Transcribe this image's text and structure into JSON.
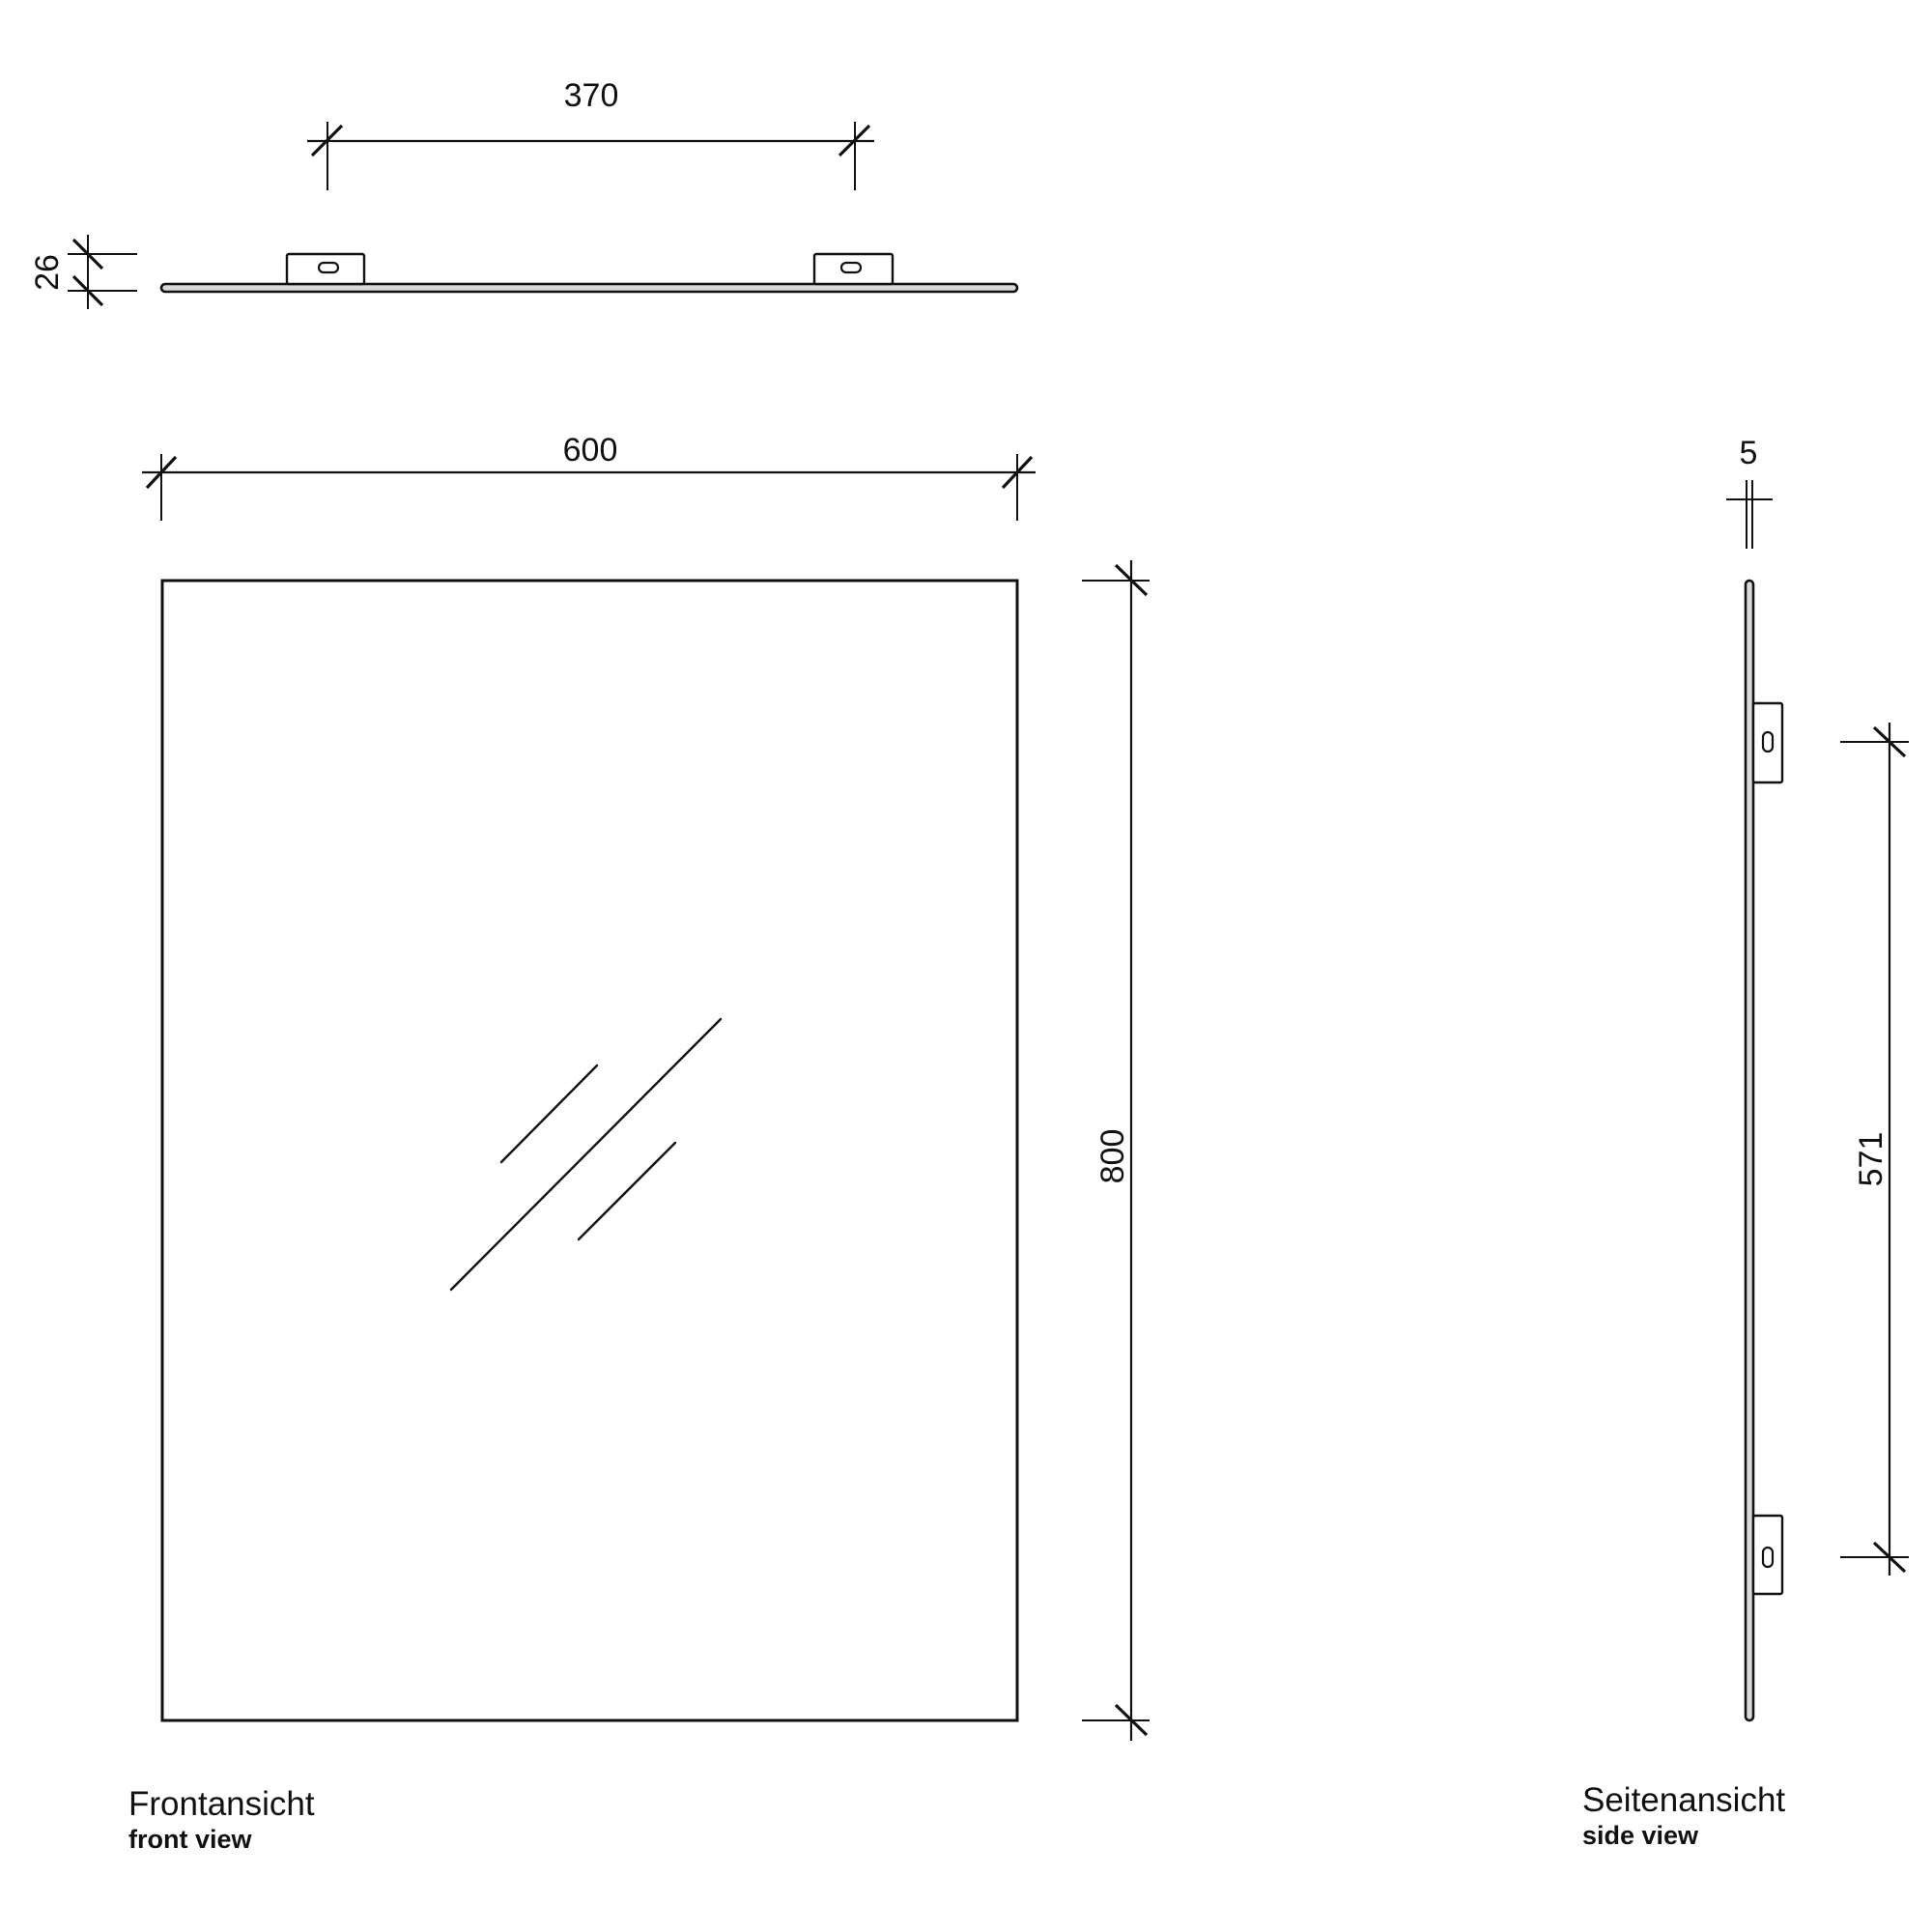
{
  "drawing": {
    "subject": "rectangular wall mirror with two mounting brackets",
    "line_color": "#111111",
    "background": "#ffffff"
  },
  "top_view": {
    "dimensions": {
      "bracket_spacing": "370",
      "depth": "26"
    }
  },
  "front_view": {
    "dimensions": {
      "width": "600",
      "height": "800"
    },
    "caption": {
      "de": "Frontansicht",
      "en": "front view"
    }
  },
  "side_view": {
    "dimensions": {
      "thickness": "5",
      "bracket_spacing": "571"
    },
    "caption": {
      "de": "Seitenansicht",
      "en": "side view"
    }
  }
}
